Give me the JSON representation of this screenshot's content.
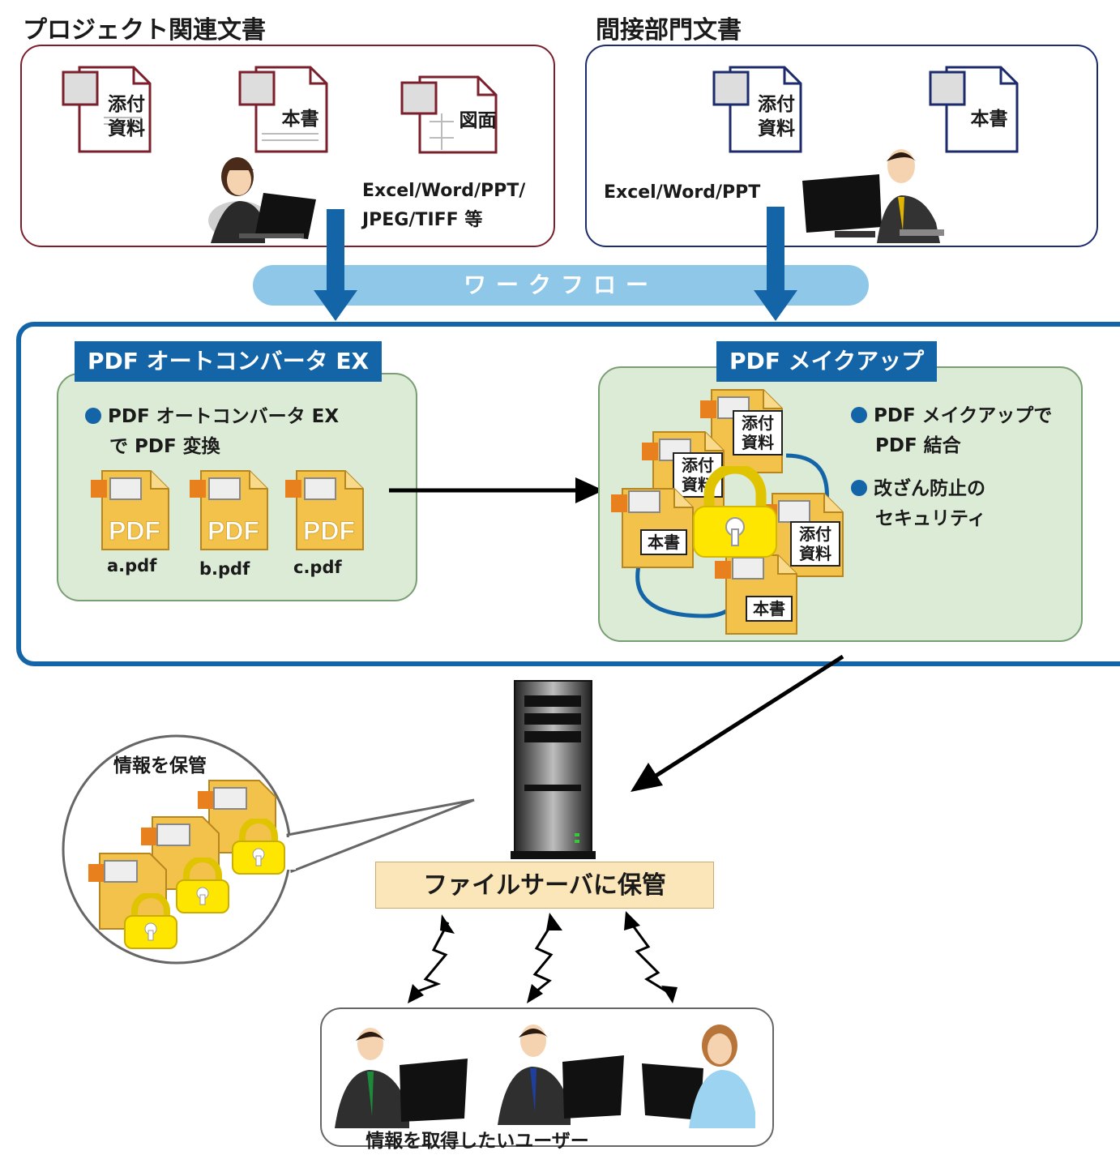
{
  "project_docs": {
    "title": "プロジェクト関連文書",
    "docs": [
      "添付\n資料",
      "本書",
      "図面"
    ],
    "formats_line1": "Excel/Word/PPT/",
    "formats_line2": "JPEG/TIFF 等"
  },
  "indirect_docs": {
    "title": "間接部門文書",
    "docs": [
      "添付\n資料",
      "本書"
    ],
    "formats": "Excel/Word/PPT"
  },
  "workflow": {
    "label": "ワークフロー"
  },
  "auto_converter": {
    "tag": "PDF オートコンバータ EX",
    "bullet_line1": "PDF オートコンバータ EX",
    "bullet_line2": "で PDF 変換",
    "files": [
      "a.pdf",
      "b.pdf",
      "c.pdf"
    ],
    "icon_text": "PDF"
  },
  "makeup": {
    "tag": "PDF メイクアップ",
    "bullet1_line1": "PDF メイクアップで",
    "bullet1_line2": "PDF 結合",
    "bullet2_line1": "改ざん防止の",
    "bullet2_line2": "セキュリティ",
    "doc_labels": [
      "添付\n資料",
      "添付\n資料",
      "添付\n資料",
      "本書",
      "本書"
    ]
  },
  "storage": {
    "bubble_label": "情報を保管",
    "server_label": "ファイルサーバに保管"
  },
  "users": {
    "label": "情報を取得したいユーザー"
  },
  "colors": {
    "project_border": "#7a1f2b",
    "indirect_border": "#1c2a6e",
    "main_blue": "#1464a8",
    "workflow_bar": "#8fc7e9",
    "green_panel": "#dcebd6",
    "pdf_gold": "#f2c24a",
    "lock_yellow": "#ffe600",
    "server_label_bg": "#fae6b8"
  }
}
